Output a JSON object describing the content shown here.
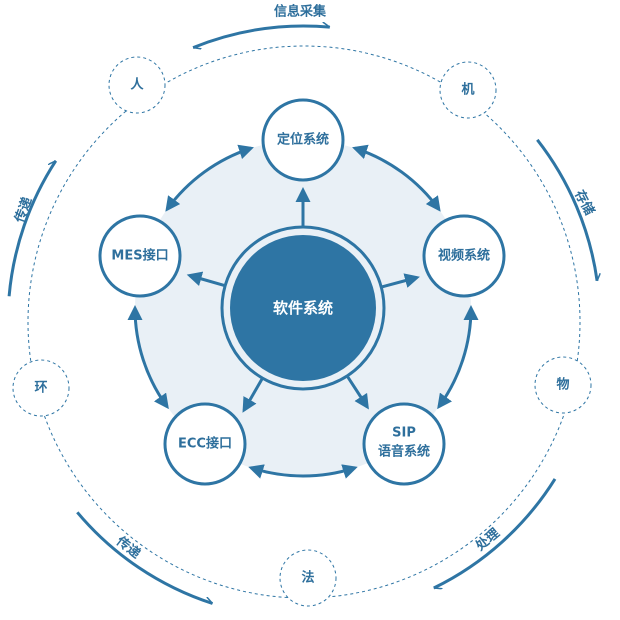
{
  "colors": {
    "primary": "#2e75a4",
    "light_bg": "#e9f0f6",
    "text": "#2e6f9c"
  },
  "center": {
    "label": "软件系统"
  },
  "inner_nodes": [
    {
      "id": "positioning",
      "label": "定位系统"
    },
    {
      "id": "video",
      "label": "视频系统"
    },
    {
      "id": "sip",
      "label_line1": "SIP",
      "label_line2": "语音系统"
    },
    {
      "id": "ecc",
      "label": "ECC接口"
    },
    {
      "id": "mes",
      "label": "MES接口"
    }
  ],
  "outer_nodes": [
    {
      "id": "people",
      "label": "人"
    },
    {
      "id": "machine",
      "label": "机"
    },
    {
      "id": "material",
      "label": "物"
    },
    {
      "id": "method",
      "label": "法"
    },
    {
      "id": "environment",
      "label": "环"
    }
  ],
  "outer_flows": [
    {
      "id": "collect",
      "label": "信息采集"
    },
    {
      "id": "store",
      "label": "存储"
    },
    {
      "id": "process",
      "label": "处理"
    },
    {
      "id": "transfer-bottom",
      "label": "传递"
    },
    {
      "id": "transfer-left",
      "label": "传递"
    }
  ]
}
